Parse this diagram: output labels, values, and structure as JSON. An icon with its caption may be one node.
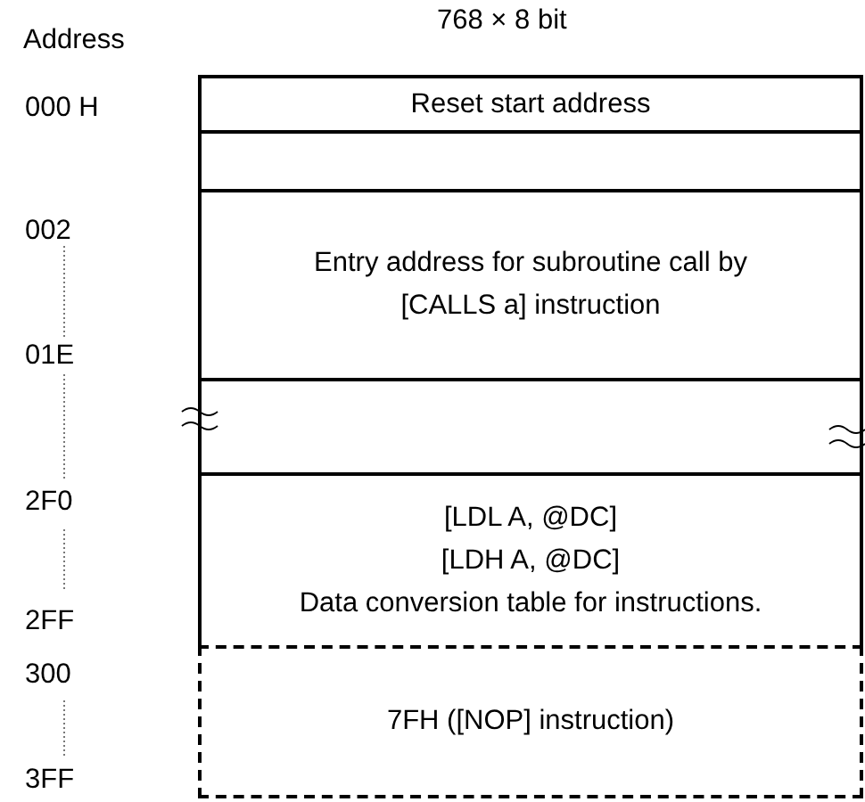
{
  "diagram": {
    "title": "768 × 8 bit",
    "nodes": [
      {
        "text": [
          "Reset start address"
        ]
      },
      {
        "text": [],
        "shape": "box"
      },
      {
        "text": [
          "Entry address for subroutine call by [CALLS a] instruction"
        ]
      },
      {
        "text": [],
        "shape": "box"
      },
      {
        "text": [
          "[LDL A, @DC]",
          "[LDH A, @DC]",
          "Data conversion table for instructions."
        ]
      },
      {
        "text": [
          "7FH ([NOP] instruction)"
        ]
      }
    ],
    "labels": [
      "Address",
      "000 H",
      "002",
      "01E",
      "2F0",
      "2FF",
      "300",
      "3FF"
    ]
  }
}
